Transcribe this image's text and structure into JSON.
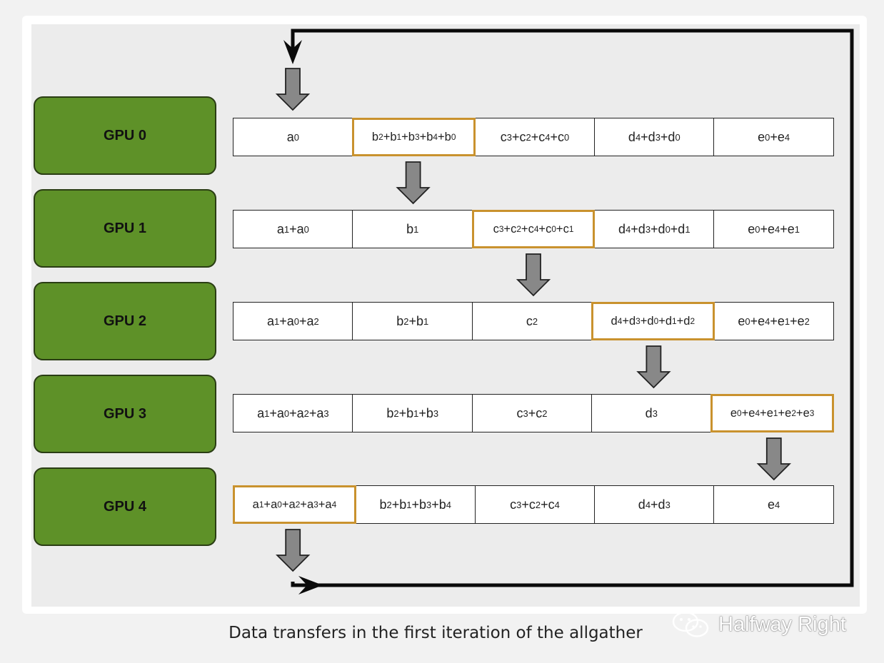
{
  "caption": "Data transfers in the first iteration of the allgather",
  "watermark": {
    "text": "Halfway Right",
    "icon": "wechat-icon"
  },
  "colors": {
    "gpu_fill": "#5e9128",
    "highlight_border": "#c9922e",
    "arrow_fill": "#888888"
  },
  "gpus": [
    {
      "label": "GPU 0",
      "highlight": 1,
      "cells": [
        [
          [
            "a",
            "0"
          ]
        ],
        [
          [
            "b",
            "2"
          ],
          [
            "b",
            "1"
          ],
          [
            "b",
            "3"
          ],
          [
            "b",
            "4"
          ],
          [
            "b",
            "0"
          ]
        ],
        [
          [
            "c",
            "3"
          ],
          [
            "c",
            "2"
          ],
          [
            "c",
            "4"
          ],
          [
            "c",
            "0"
          ]
        ],
        [
          [
            "d",
            "4"
          ],
          [
            "d",
            "3"
          ],
          [
            "d",
            "0"
          ]
        ],
        [
          [
            "e",
            "0"
          ],
          [
            "e",
            "4"
          ]
        ]
      ]
    },
    {
      "label": "GPU 1",
      "highlight": 2,
      "cells": [
        [
          [
            "a",
            "1"
          ],
          [
            "a",
            "0"
          ]
        ],
        [
          [
            "b",
            "1"
          ]
        ],
        [
          [
            "c",
            "3"
          ],
          [
            "c",
            "2"
          ],
          [
            "c",
            "4"
          ],
          [
            "c",
            "0"
          ],
          [
            "c",
            "1"
          ]
        ],
        [
          [
            "d",
            "4"
          ],
          [
            "d",
            "3"
          ],
          [
            "d",
            "0"
          ],
          [
            "d",
            "1"
          ]
        ],
        [
          [
            "e",
            "0"
          ],
          [
            "e",
            "4"
          ],
          [
            "e",
            "1"
          ]
        ]
      ]
    },
    {
      "label": "GPU 2",
      "highlight": 3,
      "cells": [
        [
          [
            "a",
            "1"
          ],
          [
            "a",
            "0"
          ],
          [
            "a",
            "2"
          ]
        ],
        [
          [
            "b",
            "2"
          ],
          [
            "b",
            "1"
          ]
        ],
        [
          [
            "c",
            "2"
          ]
        ],
        [
          [
            "d",
            "4"
          ],
          [
            "d",
            "3"
          ],
          [
            "d",
            "0"
          ],
          [
            "d",
            "1"
          ],
          [
            "d",
            "2"
          ]
        ],
        [
          [
            "e",
            "0"
          ],
          [
            "e",
            "4"
          ],
          [
            "e",
            "1"
          ],
          [
            "e",
            "2"
          ]
        ]
      ]
    },
    {
      "label": "GPU 3",
      "highlight": 4,
      "cells": [
        [
          [
            "a",
            "1"
          ],
          [
            "a",
            "0"
          ],
          [
            "a",
            "2"
          ],
          [
            "a",
            "3"
          ]
        ],
        [
          [
            "b",
            "2"
          ],
          [
            "b",
            "1"
          ],
          [
            "b",
            "3"
          ]
        ],
        [
          [
            "c",
            "3"
          ],
          [
            "c",
            "2"
          ]
        ],
        [
          [
            "d",
            "3"
          ]
        ],
        [
          [
            "e",
            "0"
          ],
          [
            "e",
            "4"
          ],
          [
            "e",
            "1"
          ],
          [
            "e",
            "2"
          ],
          [
            "e",
            "3"
          ]
        ]
      ]
    },
    {
      "label": "GPU 4",
      "highlight": 0,
      "cells": [
        [
          [
            "a",
            "1"
          ],
          [
            "a",
            "0"
          ],
          [
            "a",
            "2"
          ],
          [
            "a",
            "3"
          ],
          [
            "a",
            "4"
          ]
        ],
        [
          [
            "b",
            "2"
          ],
          [
            "b",
            "1"
          ],
          [
            "b",
            "3"
          ],
          [
            "b",
            "4"
          ]
        ],
        [
          [
            "c",
            "3"
          ],
          [
            "c",
            "2"
          ],
          [
            "c",
            "4"
          ]
        ],
        [
          [
            "d",
            "4"
          ],
          [
            "d",
            "3"
          ]
        ],
        [
          [
            "e",
            "4"
          ]
        ]
      ]
    }
  ]
}
